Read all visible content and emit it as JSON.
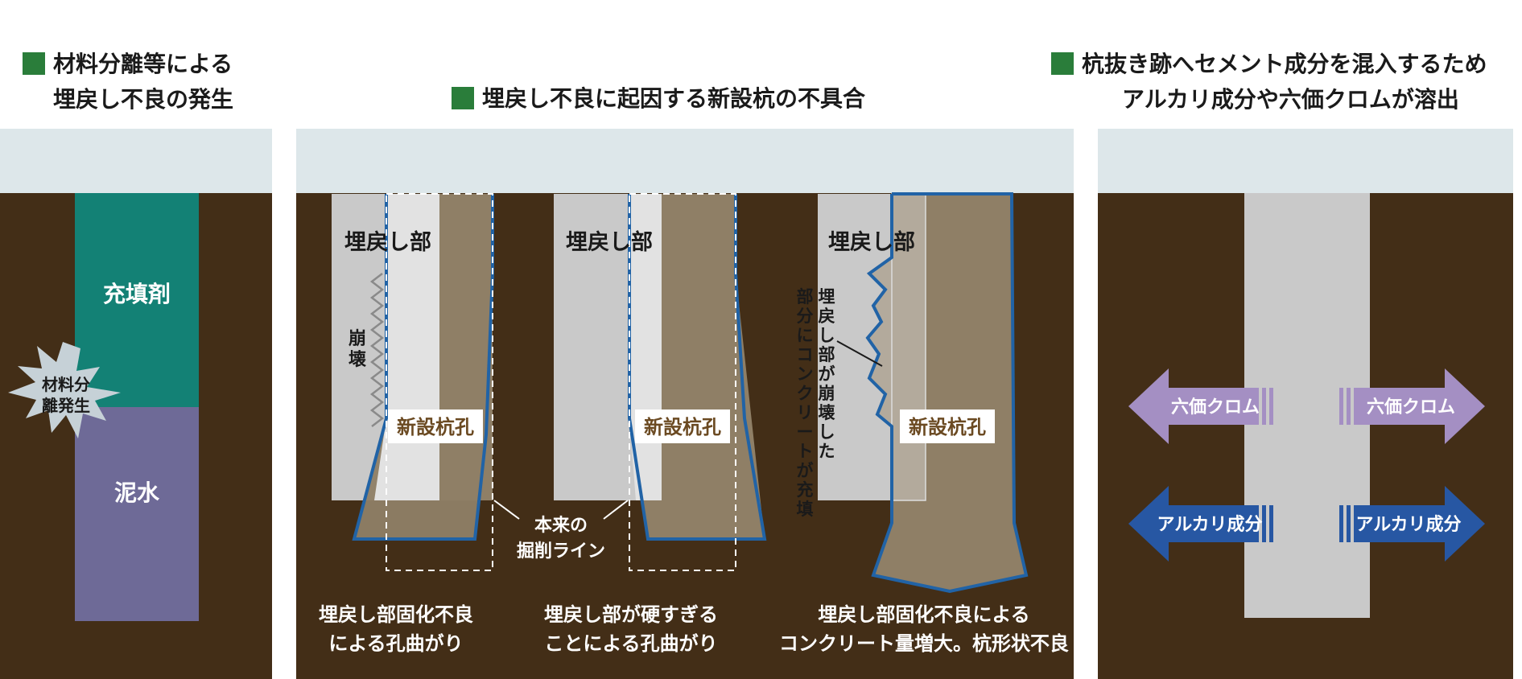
{
  "panel1": {
    "heading_line1": "材料分離等による",
    "heading_line2": "埋戻し不良の発生",
    "filler_label": "充填剤",
    "mud_label": "泥水",
    "burst_line1": "材料分",
    "burst_line2": "離発生"
  },
  "panel2": {
    "heading": "埋戻し不良に起因する新設杭の不具合",
    "backfill_label": "埋戻し部",
    "collapse_label": [
      "崩",
      "壊"
    ],
    "hole_label": "新設杭孔",
    "original_line_label": [
      "本来の",
      "掘削ライン"
    ],
    "case1_caption": [
      "埋戻し部固化不良",
      "による孔曲がり"
    ],
    "case2_caption": [
      "埋戻し部が硬すぎる",
      "ことによる孔曲がり"
    ],
    "case3_caption": [
      "埋戻し部固化不良による",
      "コンクリート量増大。杭形状不良"
    ],
    "vertical_note_col1": [
      "埋",
      "戻",
      "し",
      "部",
      "が",
      "崩",
      "壊",
      "し",
      "た"
    ],
    "vertical_note_col2": [
      "部",
      "分",
      "に",
      "コ",
      "ン",
      "ク",
      "リ",
      "ー",
      "ト",
      "が",
      "充",
      "填"
    ]
  },
  "panel3": {
    "heading_line1": "杭抜き跡へセメント成分を混入するため",
    "heading_line2": "アルカリ成分や六価クロムが溶出",
    "chromium_label": "六価クロム",
    "alkali_label": "アルカリ成分"
  },
  "colors": {
    "soil": "#432e17",
    "sky": "#dde7ea",
    "filler": "#138175",
    "mud": "#6e6a97",
    "backfill": "#c9c9c9",
    "pile": "#8f7f66",
    "outline": "#2163a6",
    "chromium": "#a48fc3",
    "alkali": "#2757a3",
    "heading_square": "#2a7d3a"
  }
}
